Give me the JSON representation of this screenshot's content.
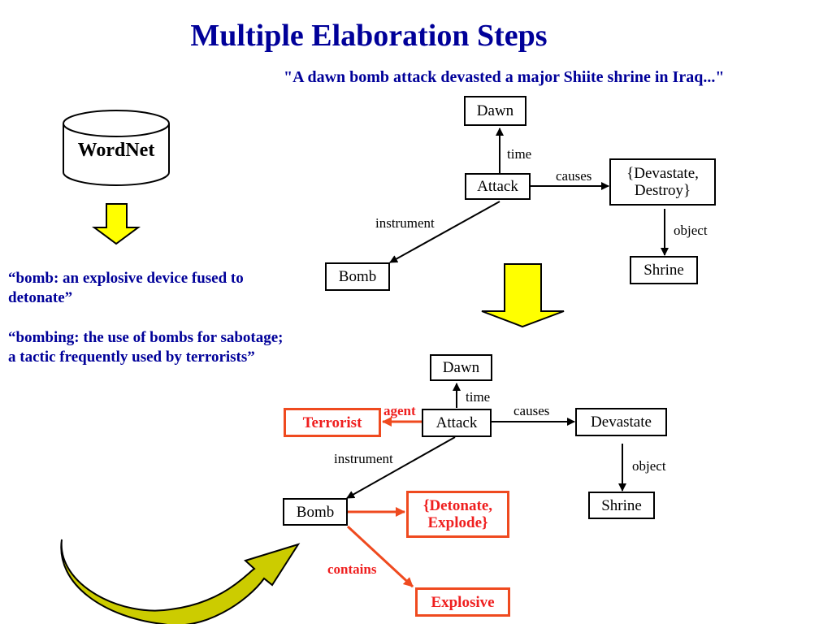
{
  "title": "Multiple Elaboration Steps",
  "sentence": "\"A dawn bomb attack devasted a major Shiite shrine in Iraq...\"",
  "wordnet": {
    "label": "WordNet"
  },
  "glosses": [
    "“bomb: an explosive device fused to detonate”",
    "“bombing: the use of bombs for sabotage; a tactic frequently used by terrorists”"
  ],
  "graph_top": {
    "nodes": {
      "dawn": "Dawn",
      "attack": "Attack",
      "devastate": "{Devastate, Destroy}",
      "bomb": "Bomb",
      "shrine": "Shrine"
    },
    "edges": {
      "time": "time",
      "causes": "causes",
      "instrument": "instrument",
      "object": "object"
    }
  },
  "graph_bottom": {
    "nodes": {
      "dawn": "Dawn",
      "attack": "Attack",
      "devastate": "Devastate",
      "terrorist": "Terrorist",
      "bomb": "Bomb",
      "shrine": "Shrine",
      "detonate": "{Detonate, Explode}",
      "explosive": "Explosive"
    },
    "edges": {
      "time": "time",
      "causes": "causes",
      "agent": "agent",
      "instrument": "instrument",
      "object": "object",
      "contains": "contains"
    }
  },
  "colors": {
    "title": "#000099",
    "new_node": "#ef1f1f",
    "new_border": "#ef4a1f",
    "arrow_fill": "#ffff00",
    "curved_arrow_fill": "#cccc00"
  }
}
